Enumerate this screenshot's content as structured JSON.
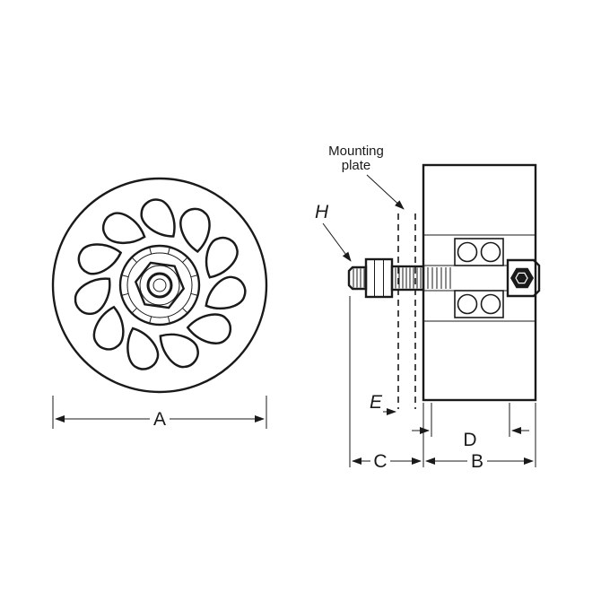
{
  "labels": {
    "mounting_plate_line1": "Mounting",
    "mounting_plate_line2": "plate",
    "dim_a": "A",
    "dim_b": "B",
    "dim_c": "C",
    "dim_d": "D",
    "dim_e": "E",
    "dim_h": "H"
  },
  "colors": {
    "line": "#1a1a1a",
    "background": "#ffffff"
  }
}
